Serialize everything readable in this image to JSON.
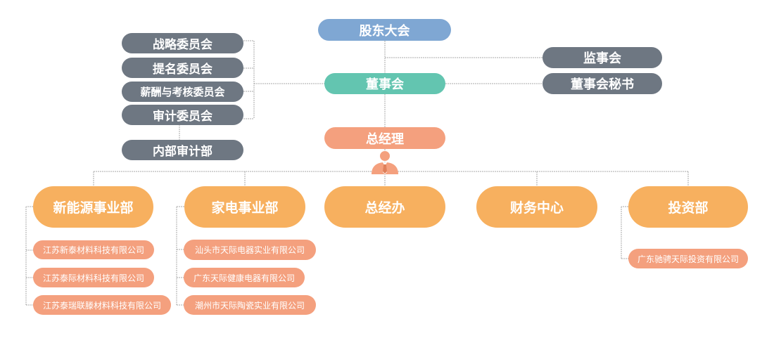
{
  "top": {
    "shareholders": "股东大会",
    "board": "董事会",
    "supervisors": "监事会",
    "board_secretary": "董事会秘书",
    "gm": "总经理"
  },
  "committees": [
    "战略委员会",
    "提名委员会",
    "薪酬与考核委员会",
    "审计委员会"
  ],
  "internal_audit": "内部审计部",
  "departments": [
    {
      "name": "新能源事业部",
      "subs": [
        "江苏新泰材料科技有限公司",
        "江苏泰际材料科技有限公司",
        "江苏泰瑞联滕材料科技有限公司"
      ]
    },
    {
      "name": "家电事业部",
      "subs": [
        "汕头市天际电器实业有限公司",
        "广东天际健康电器有限公司",
        "潮州市天际陶瓷实业有限公司"
      ]
    },
    {
      "name": "总经办",
      "subs": []
    },
    {
      "name": "财务中心",
      "subs": []
    },
    {
      "name": "投资部",
      "subs": [
        "广东驰骋天际投资有限公司"
      ]
    }
  ],
  "colors": {
    "shareholders": "#7fa7d3",
    "board": "#63c5b0",
    "gray": "#6e7782",
    "gm": "#f4a07e",
    "department": "#f7b05f",
    "subsidiary": "#f4a07e",
    "line": "#aaaaaa"
  },
  "icons": {
    "gm_person": "person-with-tie-icon"
  }
}
